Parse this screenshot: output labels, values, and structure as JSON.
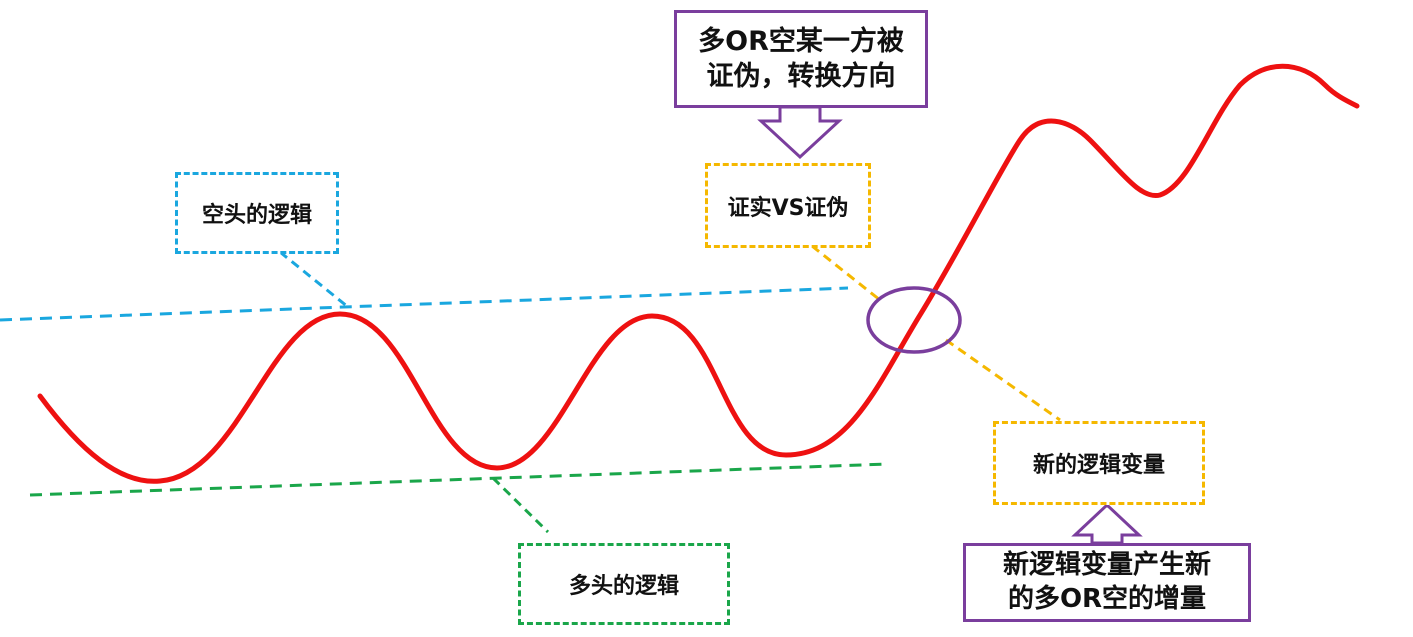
{
  "colors": {
    "price_curve": "#ee1111",
    "upper_line": "#1aa7df",
    "lower_line": "#1aa64a",
    "callout_yellow": "#f5b800",
    "callout_purple": "#7a3e9d"
  },
  "labels": {
    "bear_logic": "空头的逻辑",
    "bull_logic": "多头的逻辑",
    "verify": "证实VS证伪",
    "new_variable": "新的逻辑变量",
    "falsified_line1": "多OR空某一方被",
    "falsified_line2": "证伪，转换方向",
    "increment_line1": "新逻辑变量产生新",
    "increment_line2": "的多OR空的增量"
  }
}
